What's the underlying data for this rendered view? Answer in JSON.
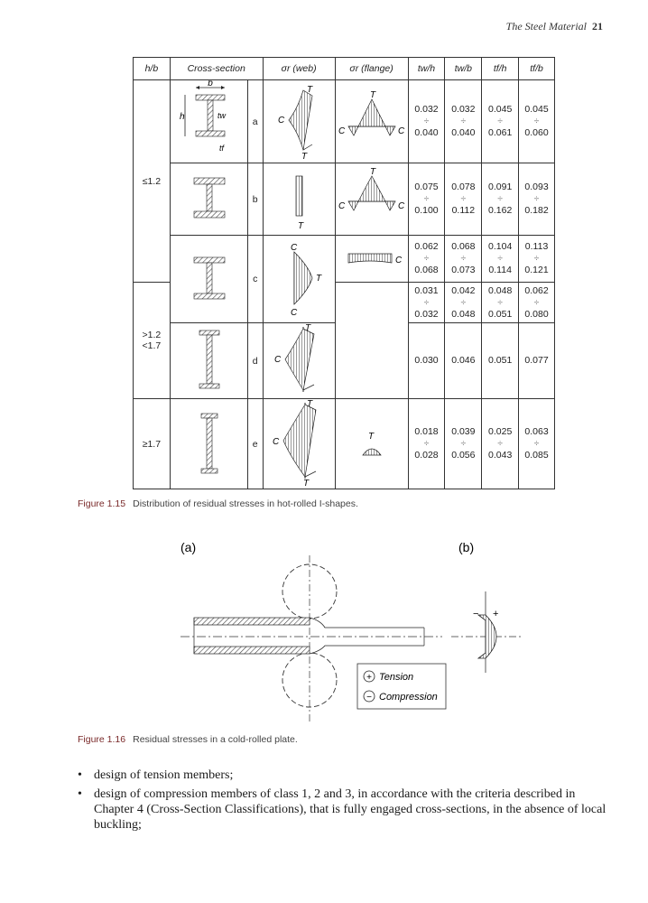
{
  "header": {
    "title": "The Steel Material",
    "page": "21"
  },
  "table": {
    "headers": [
      "h/b",
      "Cross-section",
      "σr (web)",
      "σr (flange)",
      "tw/h",
      "tw/b",
      "tf/h",
      "tf/b"
    ],
    "hb_labels": [
      "≤1.2",
      ">1.2",
      "<1.7",
      "≥1.7"
    ],
    "row_letters": [
      "a",
      "b",
      "c",
      "d",
      "e"
    ],
    "dims": {
      "b": "b",
      "h": "h",
      "tw": "tw",
      "tf": "tf"
    },
    "stress_labels": {
      "T": "T",
      "C": "C"
    },
    "rows": [
      [
        "0.032",
        "0.032",
        "0.045",
        "0.045"
      ],
      [
        "0.040",
        "0.040",
        "0.061",
        "0.060"
      ],
      [
        "0.075",
        "0.078",
        "0.091",
        "0.093"
      ],
      [
        "0.100",
        "0.112",
        "0.162",
        "0.182"
      ],
      [
        "0.062",
        "0.068",
        "0.104",
        "0.113"
      ],
      [
        "0.068",
        "0.073",
        "0.114",
        "0.121"
      ],
      [
        "0.031",
        "0.042",
        "0.048",
        "0.062"
      ],
      [
        "0.032",
        "0.048",
        "0.051",
        "0.080"
      ],
      [
        "0.030",
        "0.046",
        "0.051",
        "0.077"
      ],
      [
        "0.018",
        "0.039",
        "0.025",
        "0.063"
      ],
      [
        "0.028",
        "0.056",
        "0.043",
        "0.085"
      ]
    ],
    "sep": "÷"
  },
  "fig15_caption": {
    "label": "Figure 1.15",
    "text": "Distribution of residual stresses in hot-rolled I-shapes."
  },
  "fig16": {
    "label_a": "(a)",
    "label_b": "(b)",
    "legend_tension": "Tension",
    "legend_compression": "Compression",
    "plus": "+",
    "minus": "−"
  },
  "fig16_caption": {
    "label": "Figure 1.16",
    "text": "Residual stresses in a cold-rolled plate."
  },
  "bullets": [
    "design of tension members;",
    "design of compression members of class 1, 2 and 3, in accordance with the criteria described in Chapter 4 (Cross-Section Classifications), that is fully engaged cross-sections, in the absence of local buckling;"
  ]
}
